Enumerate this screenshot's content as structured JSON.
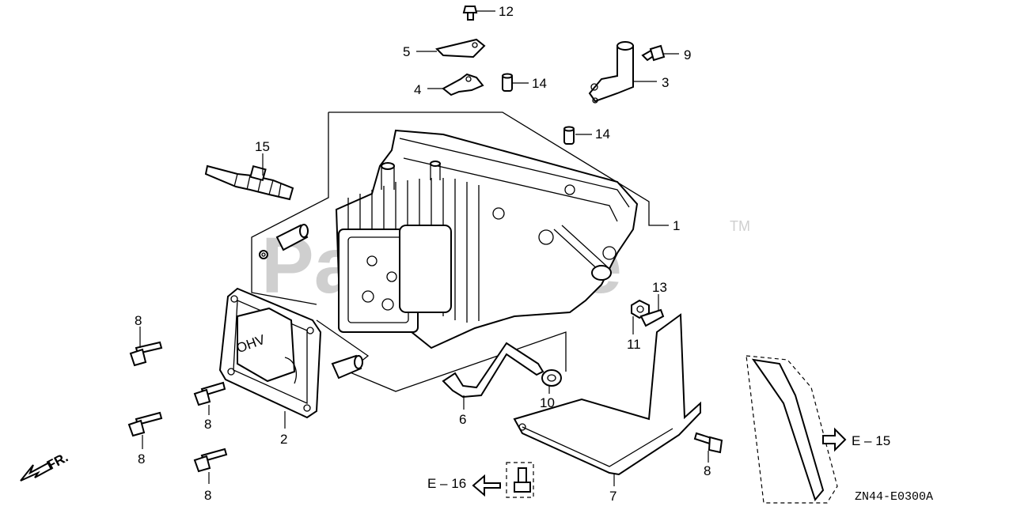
{
  "watermark": {
    "text": "PartsTree",
    "tm": "TM"
  },
  "diagram_code": "ZN44-E0300A",
  "front_label": "FR.",
  "references": {
    "e15": "E – 15",
    "e16": "E – 16"
  },
  "callouts": {
    "c1": "1",
    "c2": "2",
    "c3": "3",
    "c4": "4",
    "c5": "5",
    "c6": "6",
    "c7": "7",
    "c8a": "8",
    "c8b": "8",
    "c8c": "8",
    "c8d": "8",
    "c8e": "8",
    "c9": "9",
    "c10": "10",
    "c11": "11",
    "c12": "12",
    "c13": "13",
    "c14a": "14",
    "c14b": "14",
    "c15": "15"
  },
  "cover_logo": "OHV"
}
